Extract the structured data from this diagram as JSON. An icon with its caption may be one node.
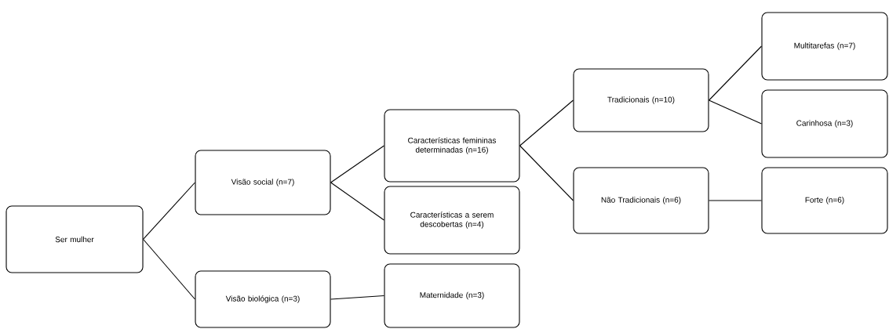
{
  "diagram": {
    "nodes": [
      {
        "text": [
          "Ser mulher"
        ]
      },
      {
        "text": [
          "Visão social (n=7)"
        ]
      },
      {
        "text": [
          "Visão biológica (n=3)"
        ]
      },
      {
        "text": [
          "Características femininas determinadas (n=16)"
        ]
      },
      {
        "text": [
          "Características a serem descobertas (n=4)"
        ]
      },
      {
        "text": [
          "Maternidade (n=3)"
        ]
      },
      {
        "text": [
          "Tradicionais (n=10)"
        ]
      },
      {
        "text": [
          "Não Tradicionais (n=6)"
        ]
      },
      {
        "text": [
          "Multitarefas (n=7)"
        ]
      },
      {
        "text": [
          "Carinhosa (n=3)"
        ]
      },
      {
        "text": [
          "Forte (n=6)"
        ]
      }
    ],
    "edges": [
      {
        "from": 0,
        "to": 1,
        "arrow": "none"
      },
      {
        "from": 0,
        "to": 2,
        "arrow": "none"
      },
      {
        "from": 1,
        "to": 3,
        "arrow": "none"
      },
      {
        "from": 1,
        "to": 4,
        "arrow": "none"
      },
      {
        "from": 2,
        "to": 5,
        "arrow": "none"
      },
      {
        "from": 3,
        "to": 6,
        "arrow": "none"
      },
      {
        "from": 3,
        "to": 7,
        "arrow": "none"
      },
      {
        "from": 6,
        "to": 8,
        "arrow": "none"
      },
      {
        "from": 6,
        "to": 9,
        "arrow": "none"
      },
      {
        "from": 7,
        "to": 10,
        "arrow": "none"
      }
    ]
  }
}
